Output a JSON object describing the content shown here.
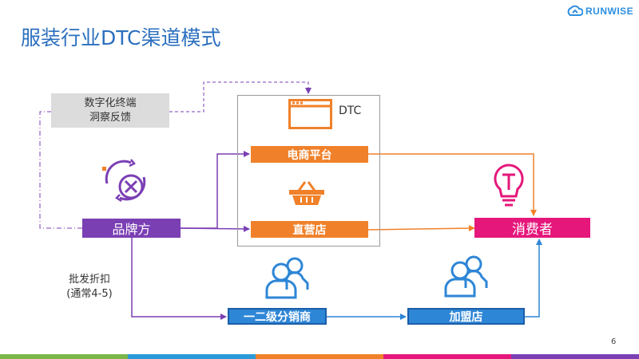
{
  "title": "服装行业DTC渠道模式",
  "logo": {
    "text": "RUNWISE",
    "color": "#2d8fe0"
  },
  "feedback_box": {
    "line1": "数字化终端",
    "line2": "洞察反馈"
  },
  "dtc": {
    "label": "DTC",
    "ecommerce": "电商平台",
    "direct_store": "直营店"
  },
  "brand": {
    "label": "品牌方"
  },
  "consumer": {
    "label": "消费者"
  },
  "wholesale": {
    "line1": "批发折扣",
    "line2": "(通常4-5)"
  },
  "distributor": {
    "label": "一二级分销商"
  },
  "franchise": {
    "label": "加盟店"
  },
  "page_number": "6",
  "icons": [
    "runwise-logo-icon",
    "browser-window-icon",
    "shopping-basket-icon",
    "cycle-cancel-icon",
    "lightbulb-icon",
    "users-icon"
  ],
  "colors": {
    "title": "#2b6fbf",
    "orange": "#f0812a",
    "purple": "#7b3fb4",
    "pink": "#e5177b",
    "blue": "#2e86d6",
    "gray_box": "#dcdcdc"
  },
  "footer_colors": [
    "#7ab648",
    "#2a9bd8",
    "#f0812a",
    "#e5177b",
    "#7b3fb4"
  ]
}
